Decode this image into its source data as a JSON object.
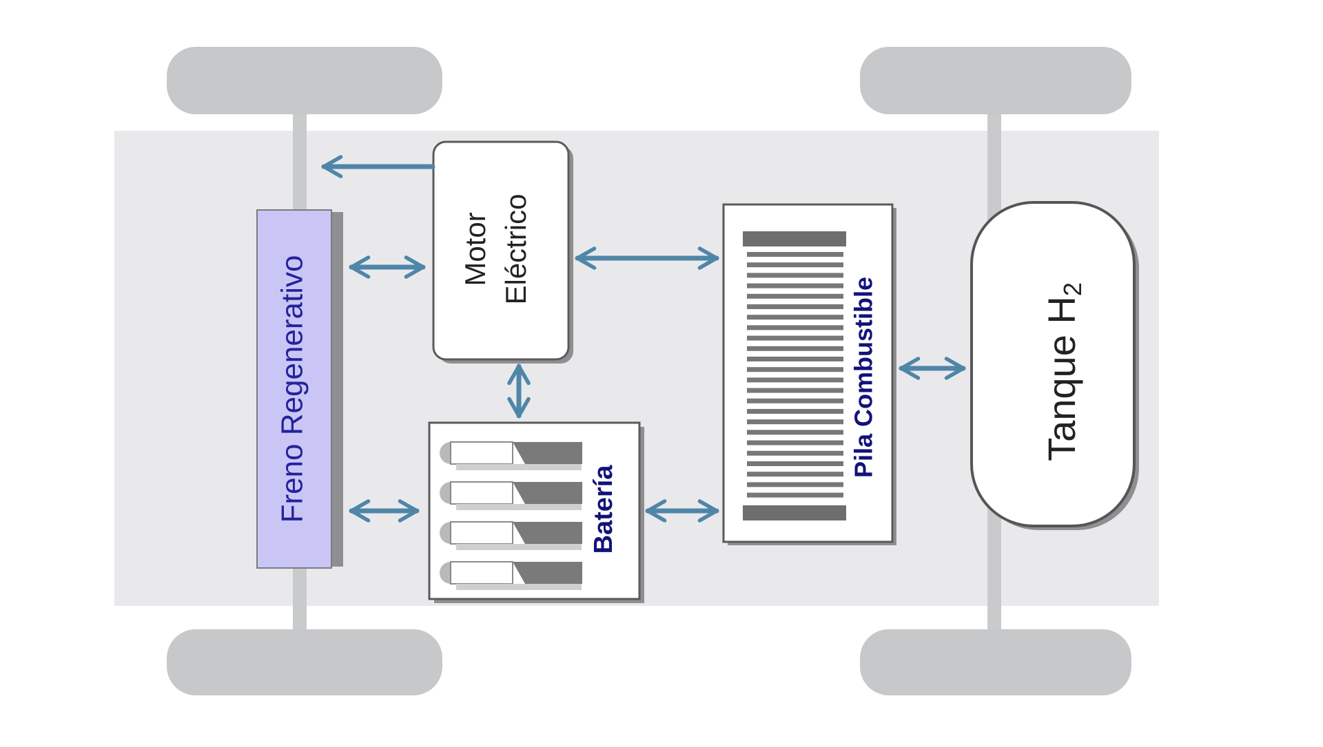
{
  "labels": {
    "regen_brake": "Freno Regenerativo",
    "motor_line1": "Motor",
    "motor_line2": "Eléctrico",
    "battery": "Batería",
    "fuel_cell": "Pila Combustible",
    "tank_main": "Tanque H",
    "tank_sub": "2"
  },
  "colors": {
    "chassis": "#e9e9ec",
    "wheel": "#c7c8ca",
    "axle": "#c9cacc",
    "arrow": "#4f86a8",
    "regen_fill": "#c9c6f6",
    "regen_text": "#23239a",
    "label_dark_blue": "#12127a",
    "stack_bar": "#6e6e6e",
    "cell_dark": "#7a7a7a"
  }
}
